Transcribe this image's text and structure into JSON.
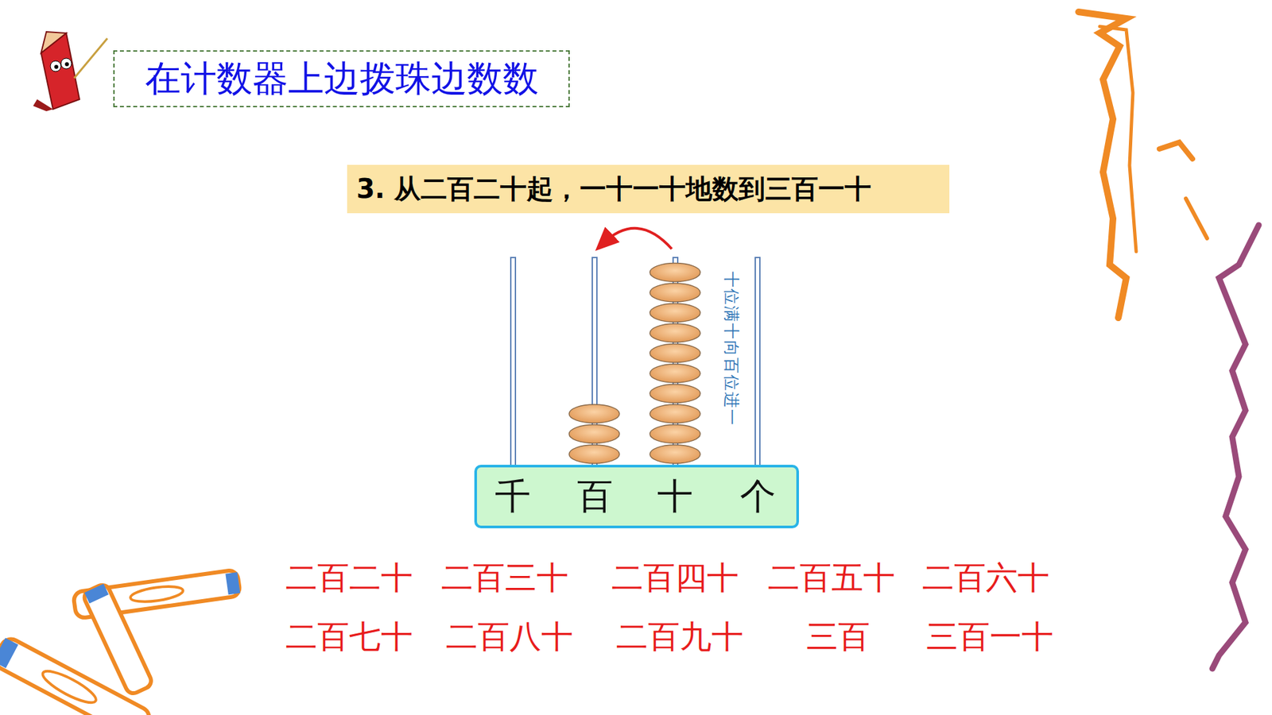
{
  "diagram": {
    "title": "在计数器上边拨珠边数数",
    "nodes": [
      {
        "text": [
          "3. 从二百二十起，一十一十地数到三百一十"
        ]
      },
      {
        "text": [
          "千",
          "百",
          "十",
          "个"
        ]
      }
    ],
    "labels": [
      "十位满十向百位进一",
      "二百二十",
      "二百三十",
      "二百四十",
      "二百五十",
      "二百六十",
      "二百七十",
      "二百八十",
      "二百九十",
      "三百",
      "三百一十"
    ]
  }
}
